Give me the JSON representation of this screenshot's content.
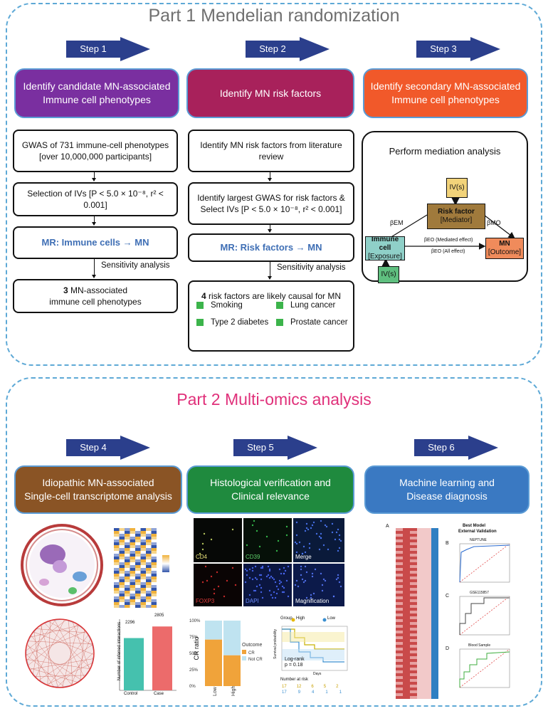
{
  "part1": {
    "title": "Part 1 Mendelian randomization",
    "steps": [
      "Step 1",
      "Step 2",
      "Step 3"
    ],
    "step1": {
      "header": [
        "Identify candidate MN-associated",
        "Immune cell phenotypes"
      ],
      "box1": [
        "GWAS of 731 immune-cell phenotypes",
        "[over 10,000,000 participants]"
      ],
      "box2": "Selection of IVs [P < 5.0 × 10⁻⁸, r² < 0.001]",
      "box3": "MR: Immune cells → MN",
      "sensitivity": "Sensitivity analysis",
      "result_num": "3",
      "result_text": [
        "MN-associated",
        "immune cell phenotypes"
      ]
    },
    "step2": {
      "header": "Identify MN risk factors",
      "box1": [
        "Identify MN risk factors from literature",
        "review"
      ],
      "box2": [
        "Identify largest GWAS for risk factors &",
        "Select IVs  [P < 5.0 × 10⁻⁸, r² < 0.001]"
      ],
      "box3": "MR: Risk factors → MN",
      "sensitivity": "Sensitivity analysis",
      "result_num": "4",
      "result_text": "risk factors are likely causal  for MN",
      "factors": [
        "Smoking",
        "Lung cancer",
        "Type 2 diabetes",
        "Prostate cancer"
      ]
    },
    "step3": {
      "header": [
        "Identify secondary MN-associated",
        "Immune cell phenotypes"
      ],
      "mediation_title": "Perform mediation analysis",
      "iv_label": "IV(s)",
      "risk_factor": [
        "Risk factor",
        "[Mediator]"
      ],
      "immune_cell": [
        "Immune cell",
        "[Exposure]"
      ],
      "mn": [
        "MN",
        "[Outcome]"
      ],
      "beta_em": "βEM",
      "beta_mo": "βMO",
      "beta_eo_mediated": "βEO (Mediated effect)",
      "beta_eo_all": "βEO (All effect)"
    }
  },
  "part2": {
    "title": "Part 2 Multi-omics analysis",
    "steps": [
      "Step 4",
      "Step 5",
      "Step 6"
    ],
    "step4": {
      "header": [
        "Idiopathic MN-associated",
        "Single-cell transcriptome analysis"
      ],
      "bar_chart": {
        "ylabel": "Number of inferred interactions",
        "categories": [
          "Control",
          "Case"
        ],
        "values": [
          2296,
          2805
        ],
        "colors": [
          "#45c1ae",
          "#ec6b6b"
        ]
      }
    },
    "step5": {
      "header": [
        "Histological verification and",
        "Clinical relevance"
      ],
      "tiles": [
        "CD4",
        "CD39",
        "Merge",
        "FOXP3",
        "DAPI",
        "Magnification"
      ],
      "cr_chart": {
        "ylabel": "CR ratio",
        "categories": [
          "Low",
          "High"
        ],
        "legend_title": "Outcome",
        "legend": [
          "CR",
          "Not CR"
        ],
        "cr_values": [
          0.71,
          0.47
        ],
        "y_ticks": [
          "100%",
          "75%",
          "50%",
          "25%",
          "0%"
        ]
      },
      "km": {
        "group_label": "Group",
        "groups": [
          "High",
          "Low"
        ],
        "stat_line1": "Log-rank",
        "stat_line2": "p = 0.18",
        "xlabel": "Days",
        "ylabel": "Survival probability",
        "risk_title": "Number at risk",
        "risk_high": [
          "17",
          "12",
          "6",
          "5",
          "2"
        ],
        "risk_low": [
          "17",
          "9",
          "4",
          "1",
          "1"
        ]
      }
    },
    "step6": {
      "header": [
        "Machine learning  and",
        "Disease diagnosis"
      ],
      "panel_title": [
        "Best Model",
        "External Validation"
      ],
      "panels": [
        "A",
        "B",
        "C",
        "D"
      ],
      "roc_titles": [
        "NEPTUNE",
        "GSE115857",
        "Blood Sample"
      ]
    }
  }
}
